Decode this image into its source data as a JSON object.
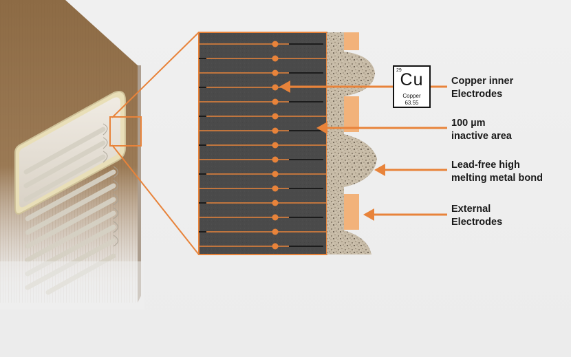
{
  "element": {
    "number": "29",
    "symbol": "Cu",
    "name": "Copper",
    "mass": "63.55"
  },
  "labels": {
    "copper_inner": [
      "Copper inner",
      "Electrodes"
    ],
    "inactive_area": [
      "100 µm",
      "inactive area"
    ],
    "metal_bond": [
      "Lead-free high",
      "melting metal bond"
    ],
    "external": [
      "External",
      "Electrodes"
    ]
  },
  "colors": {
    "accent_orange": "#e8833a",
    "ceramic_body": "#8a6a44",
    "cross_section": "#4a4a4a",
    "electrode_pad": "#f2b27a",
    "bond_texture": "#c9bfae"
  }
}
